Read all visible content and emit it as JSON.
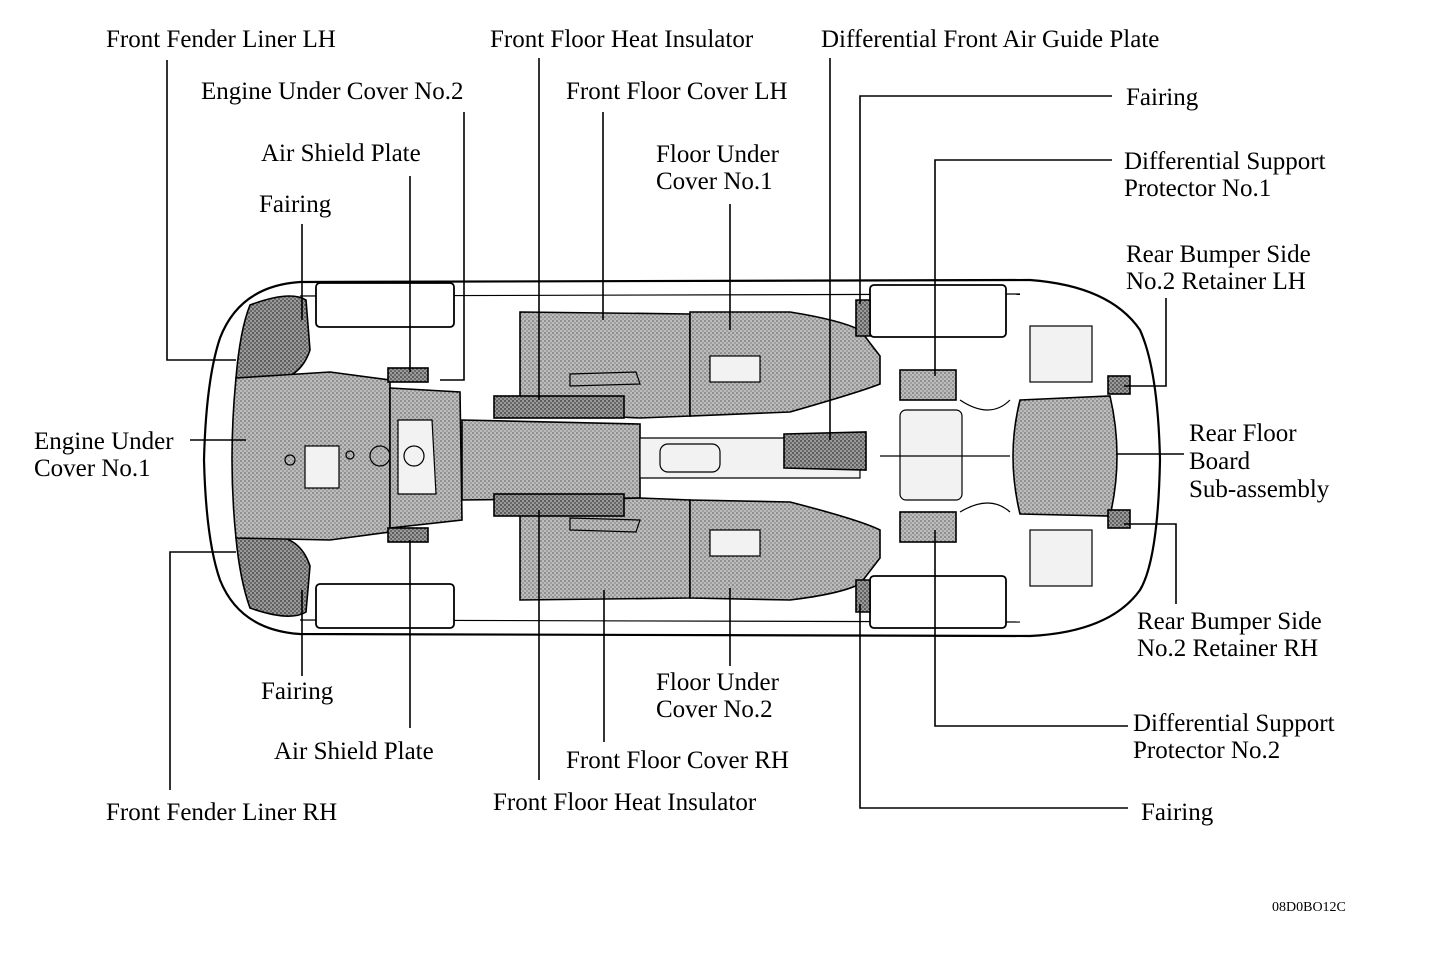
{
  "labels": {
    "front_fender_liner_lh": "Front Fender Liner LH",
    "engine_under_cover_no2": "Engine Under Cover No.2",
    "air_shield_plate_top": "Air Shield Plate",
    "fairing_top_left": "Fairing",
    "front_floor_heat_insulator_top": "Front Floor Heat Insulator",
    "front_floor_cover_lh": "Front Floor Cover LH",
    "floor_under_cover_no1_line1": "Floor Under",
    "floor_under_cover_no1_line2": "Cover No.1",
    "differential_front_air_guide_plate": "Differential Front Air Guide Plate",
    "fairing_top_right": "Fairing",
    "differential_support_protector_no1_line1": "Differential Support",
    "differential_support_protector_no1_line2": "Protector No.1",
    "rear_bumper_side_no2_retainer_lh_line1": "Rear Bumper Side",
    "rear_bumper_side_no2_retainer_lh_line2": "No.2 Retainer LH",
    "engine_under_cover_no1_line1": "Engine Under",
    "engine_under_cover_no1_line2": "Cover No.1",
    "rear_floor_board_line1": "Rear Floor",
    "rear_floor_board_line2": "Board",
    "rear_floor_board_line3": "Sub-assembly",
    "rear_bumper_side_no2_retainer_rh_line1": "Rear Bumper Side",
    "rear_bumper_side_no2_retainer_rh_line2": "No.2 Retainer RH",
    "fairing_bottom_left": "Fairing",
    "air_shield_plate_bottom": "Air Shield Plate",
    "floor_under_cover_no2_line1": "Floor Under",
    "floor_under_cover_no2_line2": "Cover No.2",
    "differential_support_protector_no2_line1": "Differential Support",
    "differential_support_protector_no2_line2": "Protector No.2",
    "front_floor_cover_rh": "Front Floor Cover RH",
    "front_fender_liner_rh": "Front Fender Liner RH",
    "front_floor_heat_insulator_bottom": "Front Floor Heat Insulator",
    "fairing_bottom_right": "Fairing"
  },
  "figure_code": "08D0BO12C"
}
